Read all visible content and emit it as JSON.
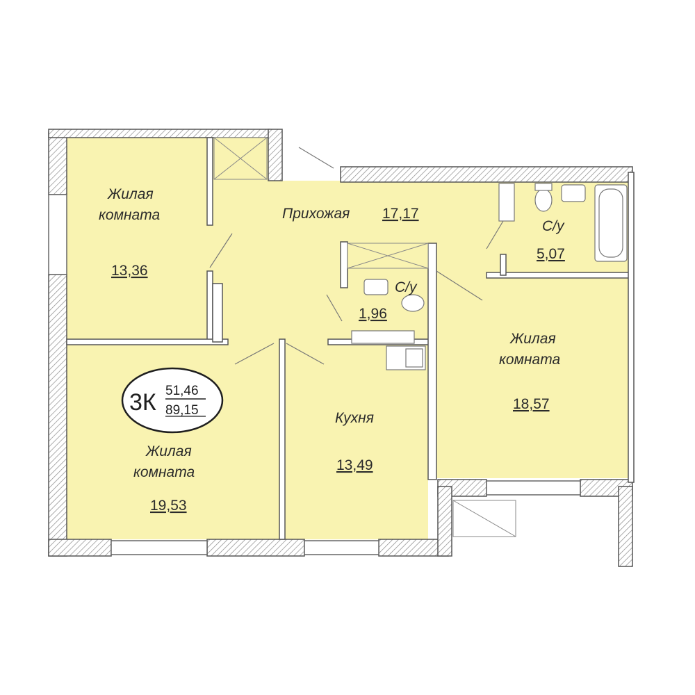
{
  "apartment": {
    "type_label": "3К",
    "living_area": "51,46",
    "total_area": "89,15"
  },
  "colors": {
    "floor": "#f9f3b1",
    "wall": "#6b6b6b",
    "wall_hatch": "#9a9a9a",
    "text": "#2b2b2b"
  },
  "rooms": {
    "living_top_left": {
      "name_line1": "Жилая",
      "name_line2": "комната",
      "area": "13,36"
    },
    "hallway": {
      "name": "Прихожая",
      "area": "17,17"
    },
    "bathroom_right": {
      "name": "С/у",
      "area": "5,07"
    },
    "bathroom_small": {
      "name": "С/у",
      "area": "1,96"
    },
    "living_right": {
      "name_line1": "Жилая",
      "name_line2": "комната",
      "area": "18,57"
    },
    "kitchen": {
      "name": "Кухня",
      "area": "13,49"
    },
    "living_bottom_left": {
      "name_line1": "Жилая",
      "name_line2": "комната",
      "area": "19,53"
    }
  }
}
